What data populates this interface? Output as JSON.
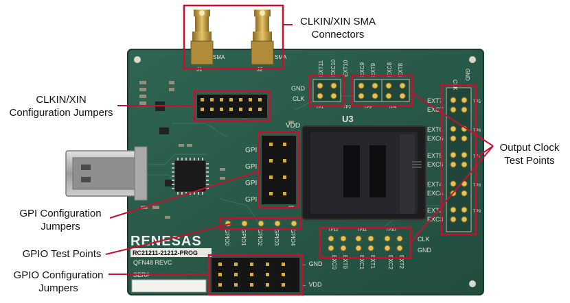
{
  "callouts": {
    "sma": {
      "line1": "CLKIN/XIN SMA",
      "line2": "Connectors"
    },
    "clkin_cfg": {
      "line1": "CLKIN/XIN",
      "line2": "Configuration Jumpers"
    },
    "gpi_cfg": {
      "line1": "GPI Configuration",
      "line2": "Jumpers"
    },
    "gpio_tp": {
      "line1": "GPIO Test Points"
    },
    "gpio_cfg": {
      "line1": "GPIO Configuration",
      "line2": "Jumpers"
    },
    "out_clk": {
      "line1": "Output Clock",
      "line2": "Test Points"
    }
  },
  "silkscreen": {
    "brand": "RENESAS",
    "board_id": "RC21211-21212-PROG",
    "package": "QFN48 REVC",
    "serial": "SER#",
    "socket": "U3",
    "j1": "J1",
    "j2": "J2",
    "sma": "SMA",
    "gnd": "GND",
    "clk": "CLK",
    "vdd": "VDD",
    "gnd_arrow": "← GND",
    "vdd_arrow": "← VDD",
    "gpi": "GPI",
    "top_ext": [
      "EXT11",
      "EXC10",
      "EXT10",
      "EXC9",
      "EXT9",
      "EXC8",
      "EXT8"
    ],
    "top_tp": [
      "TP1",
      "TP2",
      "TP3",
      "TP4"
    ],
    "right_top": [
      "CLK",
      "GND"
    ],
    "right_ext": [
      "EXT7",
      "EXC7",
      "EXT6",
      "EXC6",
      "EXT5",
      "EXC5",
      "EXT4",
      "EXC4",
      "EXT3",
      "EXC3"
    ],
    "right_tp": [
      "TP5",
      "TP6",
      "TP7",
      "TP8",
      "TP9"
    ],
    "bottom_tp": [
      "TP12",
      "TP11",
      "TP10"
    ],
    "bottom_ext": [
      "EXC0",
      "EXT0",
      "EXC1",
      "EXT1",
      "EXC2",
      "EXT2"
    ],
    "gpio": [
      "GPIO0",
      "GPIO1",
      "GPIO2",
      "GPIO3",
      "GPIO4"
    ]
  },
  "colors": {
    "pcb": "#2a5a4a",
    "pcb_dark": "#1d4437",
    "callout_box": "#c8102e",
    "gold": "#c9a24a",
    "socket": "#1c1c1e",
    "usb_metal": "#b8b8b8",
    "header_black": "#151515"
  }
}
